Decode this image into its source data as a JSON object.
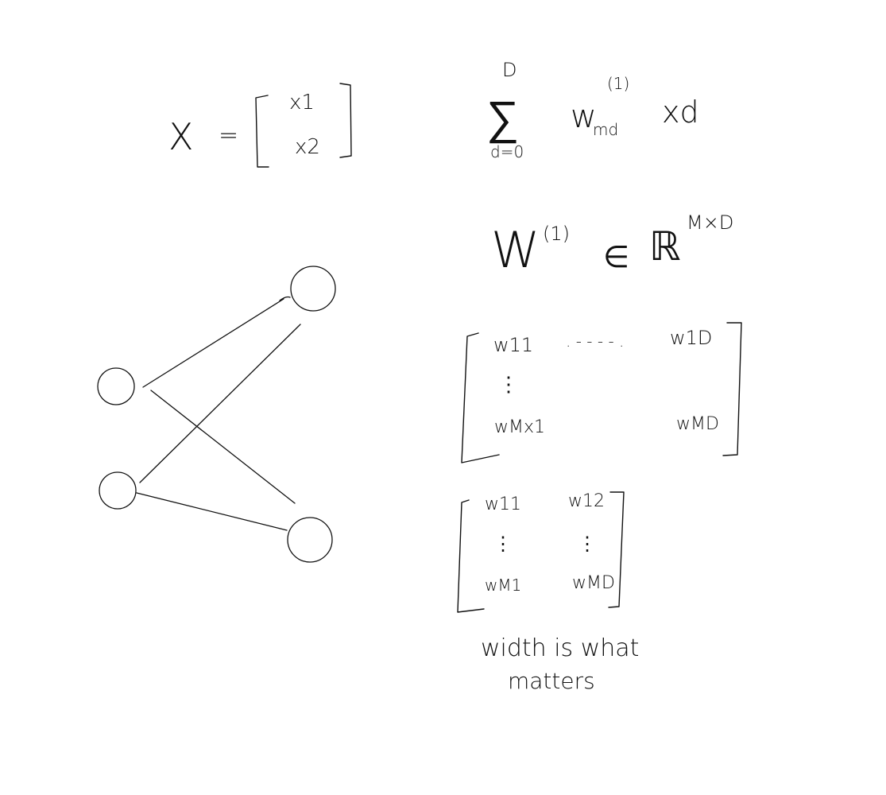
{
  "input_vector": {
    "lhs": "X",
    "equals": "=",
    "entries": [
      "x1",
      "x2"
    ]
  },
  "summation": {
    "upper": "D",
    "symbol": "∑",
    "lower": "d=0",
    "weight": "w",
    "weight_sub": "md",
    "weight_sup": "(1)",
    "input": "xd"
  },
  "weight_space": {
    "symbol": "W",
    "sup": "(1)",
    "member_of": "∈",
    "space": "ℝ",
    "dims": "M×D"
  },
  "matrix_general": {
    "top_left": "w11",
    "top_dots": ". - - - - .",
    "top_right": "w1D",
    "vdots": "⋮",
    "bottom_left": "wMx1",
    "bottom_right": "wMD"
  },
  "matrix_transposed": {
    "top_left": "w11",
    "top_right": "w12",
    "left_vdots": "⋮",
    "right_vdots": "⋮",
    "bottom_left": "wM1",
    "bottom_right": "wMD"
  },
  "note": {
    "line1": "width is what",
    "line2": "matters"
  }
}
